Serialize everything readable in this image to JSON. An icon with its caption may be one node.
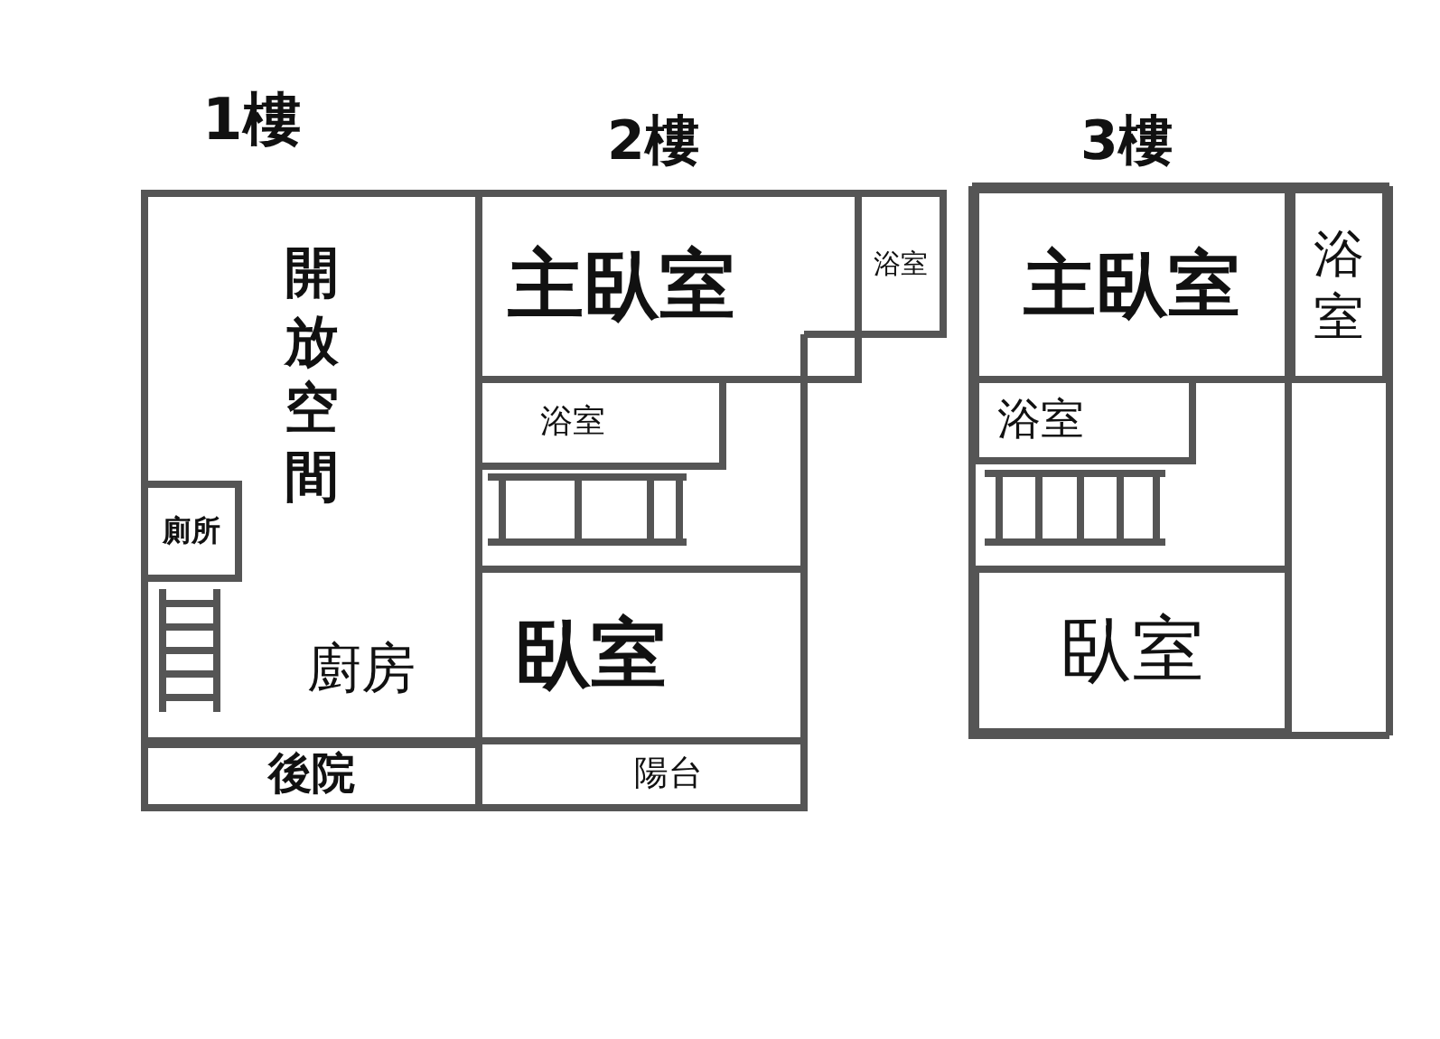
{
  "diagram": {
    "nodes": [
      {
        "text": [
          "開放空間"
        ]
      },
      {
        "text": [
          "廁所"
        ],
        "in": 0
      },
      {
        "text": [
          "後院"
        ]
      },
      {
        "text": [
          "主臥室"
        ]
      },
      {
        "text": [
          "浴室"
        ]
      },
      {
        "text": [
          "浴室"
        ]
      },
      {
        "text": [
          "臥室"
        ]
      },
      {
        "text": [
          "陽台"
        ]
      },
      {
        "text": [
          "主臥室"
        ]
      },
      {
        "text": [
          "浴室"
        ]
      },
      {
        "text": [
          "浴室"
        ]
      },
      {
        "text": [
          "臥室"
        ]
      }
    ],
    "edges": [],
    "labels": [
      "1樓",
      "2樓",
      "3樓",
      "廚房"
    ]
  }
}
